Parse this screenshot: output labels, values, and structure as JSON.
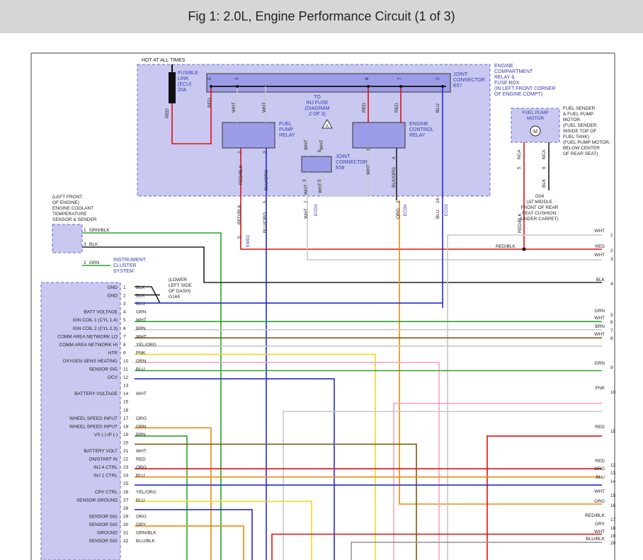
{
  "title": "Fig 1: 2.0L, Engine Performance Circuit (1 of 3)",
  "colors": {
    "box_fill": "#c8c8f0",
    "box_stroke": "#6a6ad0",
    "label_blue": "#3a3ab0",
    "RED": "#e01010",
    "BLU": "#2828d8",
    "GRN": "#2aa52a",
    "WHT": "#c8c8c8",
    "ORG": "#e88a10",
    "PNK": "#f5a6c0",
    "YEL": "#f0d820",
    "BLK": "#222222",
    "BRN": "#7a5a10",
    "GRY": "#999999"
  },
  "labels": {
    "hot_at_all_times": "HOT AT ALL TIMES",
    "fusible_link": [
      "FUSIBLE",
      "LINK",
      "(ECU)",
      "20A"
    ],
    "joint_connector_e57": [
      "JOINT",
      "CONNECTOR",
      "E57"
    ],
    "engine_comp_relay": [
      "ENGINE",
      "COMPARTMENT",
      "RELAY &",
      "FUSE BOX",
      "(IN LEFT FRONT CORNER",
      "OF ENGINE COMPT)"
    ],
    "fuel_pump_relay": [
      "FUEL",
      "PUMP",
      "RELAY"
    ],
    "to_inj_fuse": [
      "TO",
      "INJ FUSE",
      "(DIAGRAM",
      "2 OF 3)"
    ],
    "ecr": [
      "ENGINE",
      "CONTROL",
      "RELAY"
    ],
    "jc_e58": [
      "JOINT",
      "CONNECTOR",
      "E58"
    ],
    "fuel_pump_motor": [
      "FUEL PUMP",
      "MOTOR"
    ],
    "fuel_sender_desc": [
      "FUEL SENDER",
      "& FUEL PUMP",
      "MOTOR",
      "(FUEL SENDER:",
      "INSIDE TOP OF",
      "FUEL TANK)",
      "(FUEL PUMP MOTOR,",
      "BELOW CENTER",
      "OF REAR SEAT)"
    ],
    "g04": [
      "G04",
      "(AT MIDDLE",
      "FRONT OF REAR",
      "SEAT CUSHION,",
      "UNDER CARPET)"
    ],
    "coolant_sensor": [
      "(LEFT FRONT",
      "OF ENGINE)",
      "ENGINE COOLANT",
      "TEMPERATURE",
      "SENSOR & SENDER"
    ],
    "instrument_cluster": [
      "INSTRUMENT",
      "CLUSTER",
      "SYSTEM"
    ],
    "g169": [
      "(LOWER",
      "LEFT SIDE",
      "OF DASH)",
      "G169"
    ],
    "motor_symbol": "M",
    "triangle_a": "A"
  },
  "ecm_pins": [
    {
      "n": "1",
      "label": "GND",
      "wire": "BLK"
    },
    {
      "n": "2",
      "label": "GND",
      "wire": "BLK"
    },
    {
      "n": "3",
      "label": "",
      "wire": "BLU"
    },
    {
      "n": "4",
      "label": "BATT VOLTAGE",
      "wire": "GRN"
    },
    {
      "n": "5",
      "label": "IGN COIL 1 (CYL 1,4)",
      "wire": "WHT"
    },
    {
      "n": "6",
      "label": "IGN COIL 2 (CYL 2,3)",
      "wire": "BRN"
    },
    {
      "n": "7",
      "label": "COMM AREA NETWORK LO",
      "wire": "WHT"
    },
    {
      "n": "8",
      "label": "COMM AREA NETWORK HI",
      "wire": "YEL/ORG"
    },
    {
      "n": "9",
      "label": "HTR",
      "wire": "PNK"
    },
    {
      "n": "10",
      "label": "OXYGEN SENS HEATING",
      "wire": "GRN"
    },
    {
      "n": "11",
      "label": "SENSOR SIG",
      "wire": "BLU"
    },
    {
      "n": "12",
      "label": "OCV",
      "wire": ""
    },
    {
      "n": "13",
      "label": "",
      "wire": ""
    },
    {
      "n": "14",
      "label": "BATTERY VOLTAGE",
      "wire": "WHT"
    },
    {
      "n": "15",
      "label": "",
      "wire": ""
    },
    {
      "n": "16",
      "label": "",
      "wire": ""
    },
    {
      "n": "17",
      "label": "WHEEL SPEED INPUT",
      "wire": "ORG"
    },
    {
      "n": "18",
      "label": "WHEEL SPEED INPUT",
      "wire": "GRN"
    },
    {
      "n": "19",
      "label": "VS (-) IP (-)",
      "wire": "BRN"
    },
    {
      "n": "20",
      "label": "",
      "wire": ""
    },
    {
      "n": "21",
      "label": "BATTERY VOLT",
      "wire": "WHT"
    },
    {
      "n": "22",
      "label": "ON/START IN",
      "wire": "RED"
    },
    {
      "n": "23",
      "label": "INJ 4 CTRL",
      "wire": "ORG"
    },
    {
      "n": "24",
      "label": "INJ 1 CTRL",
      "wire": "BLU"
    },
    {
      "n": "25",
      "label": "",
      "wire": ""
    },
    {
      "n": "26",
      "label": "CPV CTRL",
      "wire": "YEL/ORG"
    },
    {
      "n": "27",
      "label": "SENSOR GROUND",
      "wire": "BLU"
    },
    {
      "n": "28",
      "label": "",
      "wire": ""
    },
    {
      "n": "29",
      "label": "SENSOR SIG",
      "wire": "ORG"
    },
    {
      "n": "30",
      "label": "SENSOR SIG",
      "wire": "GRY"
    },
    {
      "n": "31",
      "label": "GROUND",
      "wire": "GRN/BLK"
    },
    {
      "n": "32",
      "label": "SENSOR SIG",
      "wire": "BLU/BLK"
    }
  ],
  "right_refs": [
    {
      "n": "1",
      "wire": "WHT"
    },
    {
      "n": "2",
      "wire": "RED"
    },
    {
      "n": "3",
      "wire": "WHT"
    },
    {
      "n": "4",
      "wire": "BLK"
    },
    {
      "n": "5",
      "wire": "GRN"
    },
    {
      "n": "6",
      "wire": "WHT"
    },
    {
      "n": "7",
      "wire": "BRN"
    },
    {
      "n": "8",
      "wire": "WHT"
    },
    {
      "n": "9",
      "wire": "GRN"
    },
    {
      "n": "10",
      "wire": "PNK"
    },
    {
      "n": "11",
      "wire": "RED"
    },
    {
      "n": "12",
      "wire": "RED"
    },
    {
      "n": "13",
      "wire": "ORG"
    },
    {
      "n": "14",
      "wire": "BLU"
    },
    {
      "n": "15",
      "wire": "WHT"
    },
    {
      "n": "16",
      "wire": "ORG"
    },
    {
      "n": "17",
      "wire": "RED/BLK"
    },
    {
      "n": "18",
      "wire": "GRY"
    },
    {
      "n": "19",
      "wire": "WHT"
    },
    {
      "n": "20",
      "wire": "BLU/BLK"
    }
  ],
  "wire_tags": {
    "red_fl": "RED",
    "red5_e57": "RED",
    "wht1_e57": "WHT",
    "wht_fpr": "WHT",
    "red8": "RED",
    "red7": "RED",
    "blu2": "BLU",
    "redblk_fpr": "RED/BLK",
    "bluorg_fpr": "BLU/ORG",
    "wht_e58a": "WHT",
    "wht_e58b": "WHT",
    "wht_inj": "WHT",
    "wht_inj2": "WHT",
    "blkorg_ecr": "BLK/ORG",
    "wht_ecr": "WHT",
    "nca_a": "NCA",
    "nca_b": "NCA",
    "blk_g04": "BLK",
    "redblk_fs": "RED/BLK",
    "redblk_em02": "RED/BLK",
    "bluorg_5": "BLU/ORG",
    "wht_7": "WHT",
    "org_2": "ORG",
    "blu_16": "BLU",
    "redblk_2": "RED/BLK",
    "grnblk_1": "GRN/BLK",
    "blk_3": "BLK",
    "grn_2": "GRN"
  },
  "pin_tags": {
    "p5a": "5",
    "p1a": "1",
    "p8": "8",
    "p7": "7",
    "p2a": "2",
    "p2fpr": "2",
    "p3fpr": "3",
    "p1ecr": "1",
    "p4ecr": "4",
    "p3e58": "3",
    "p6e58": "6",
    "p5e58": "5",
    "p5fs": "5",
    "p6fs": "6",
    "p5em02": "5",
    "p5b": "5",
    "p7b": "7",
    "p2b": "2",
    "p16": "16",
    "p1cs": "1",
    "p3cs": "3",
    "p2cs": "2"
  },
  "connector_tags": {
    "em02": "EM02",
    "ec03a": "EC03",
    "ec04": "EC04",
    "ec03b": "EC03"
  }
}
